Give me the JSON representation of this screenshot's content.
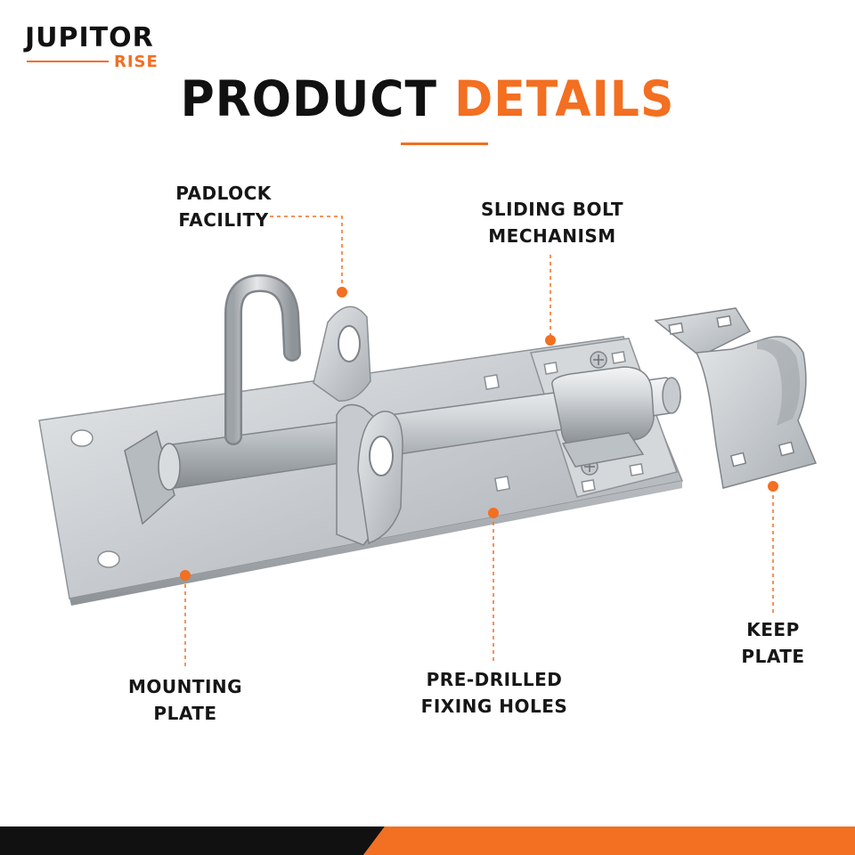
{
  "brand": {
    "name_top": "JUPITOR",
    "name_bottom": "RISE",
    "accent_color": "#f36f21"
  },
  "headline": {
    "word1": "PRODUCT",
    "word2": "DETAILS"
  },
  "callouts": {
    "padlock": {
      "line1": "PADLOCK",
      "line2": "FACILITY"
    },
    "sliding_bolt": {
      "line1": "SLIDING BOLT",
      "line2": "MECHANISM"
    },
    "mounting_plate": {
      "line1": "MOUNTING",
      "line2": "PLATE"
    },
    "fixing_holes": {
      "line1": "PRE-DRILLED",
      "line2": "FIXING HOLES"
    },
    "keep_plate": {
      "line1": "KEEP",
      "line2": "PLATE"
    }
  },
  "colors": {
    "accent": "#f36f21",
    "dark": "#111111",
    "metal": "#c9cdd1"
  },
  "product_image": {
    "icon": "padlock-bolt-illustration"
  }
}
